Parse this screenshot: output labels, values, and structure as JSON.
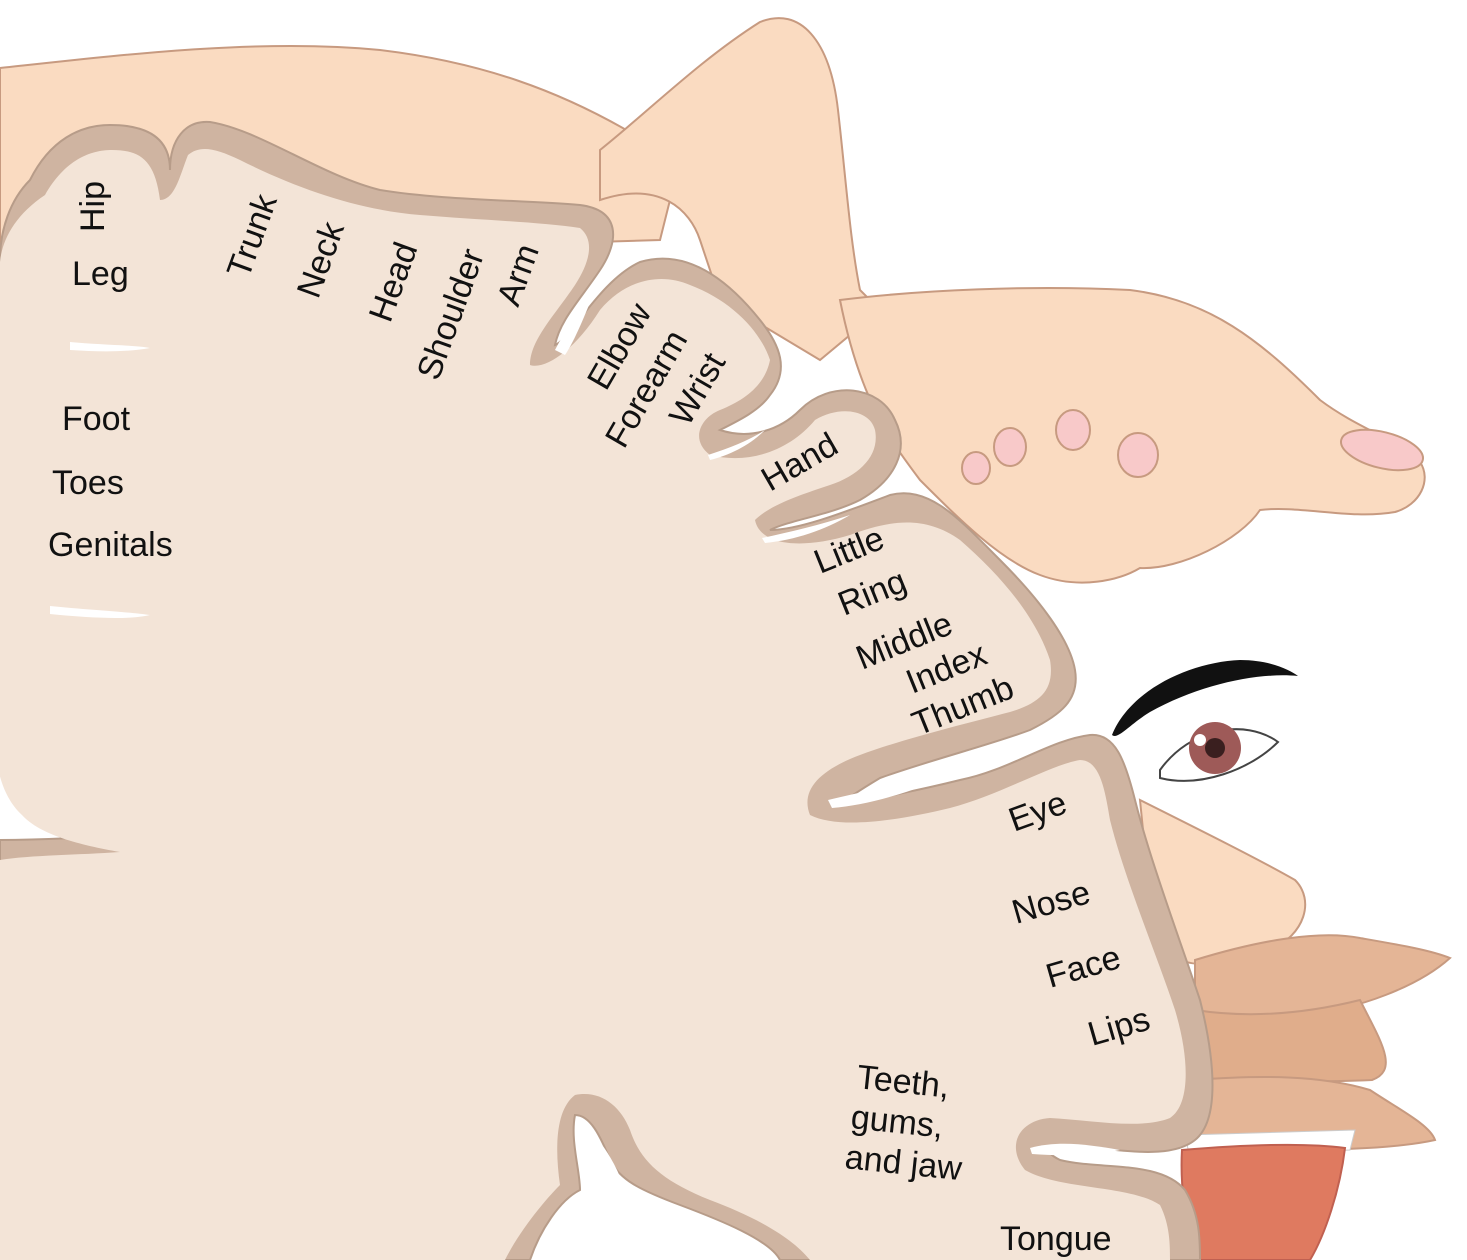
{
  "diagram": {
    "colors": {
      "skin": "#fadbc1",
      "skin_outline": "#c79a80",
      "nail": "#f8c9c9",
      "cortex_fill": "#f3e4d7",
      "gray_matter": "#cfb4a1",
      "lip": "#e4b596",
      "tongue": "#df7a60",
      "iris": "#9e5a58",
      "brow": "#111111",
      "label": "#111111"
    },
    "labels": {
      "hip": "Hip",
      "leg": "Leg",
      "foot": "Foot",
      "toes": "Toes",
      "genitals": "Genitals",
      "trunk": "Trunk",
      "neck": "Neck",
      "head": "Head",
      "shoulder": "Shoulder",
      "arm": "Arm",
      "elbow": "Elbow",
      "forearm": "Forearm",
      "wrist": "Wrist",
      "hand": "Hand",
      "little": "Little",
      "ring": "Ring",
      "middle": "Middle",
      "index": "Index",
      "thumb": "Thumb",
      "eye": "Eye",
      "nose": "Nose",
      "face": "Face",
      "lips": "Lips",
      "teeth_line1": "Teeth,",
      "teeth_line2": "gums,",
      "teeth_line3": "and jaw",
      "tongue": "Tongue"
    },
    "body_part_icons": [
      "leg-shape",
      "arm-shape",
      "hand-shape",
      "eye-icon",
      "nose-shape",
      "lips-shape",
      "tongue-shape"
    ]
  }
}
